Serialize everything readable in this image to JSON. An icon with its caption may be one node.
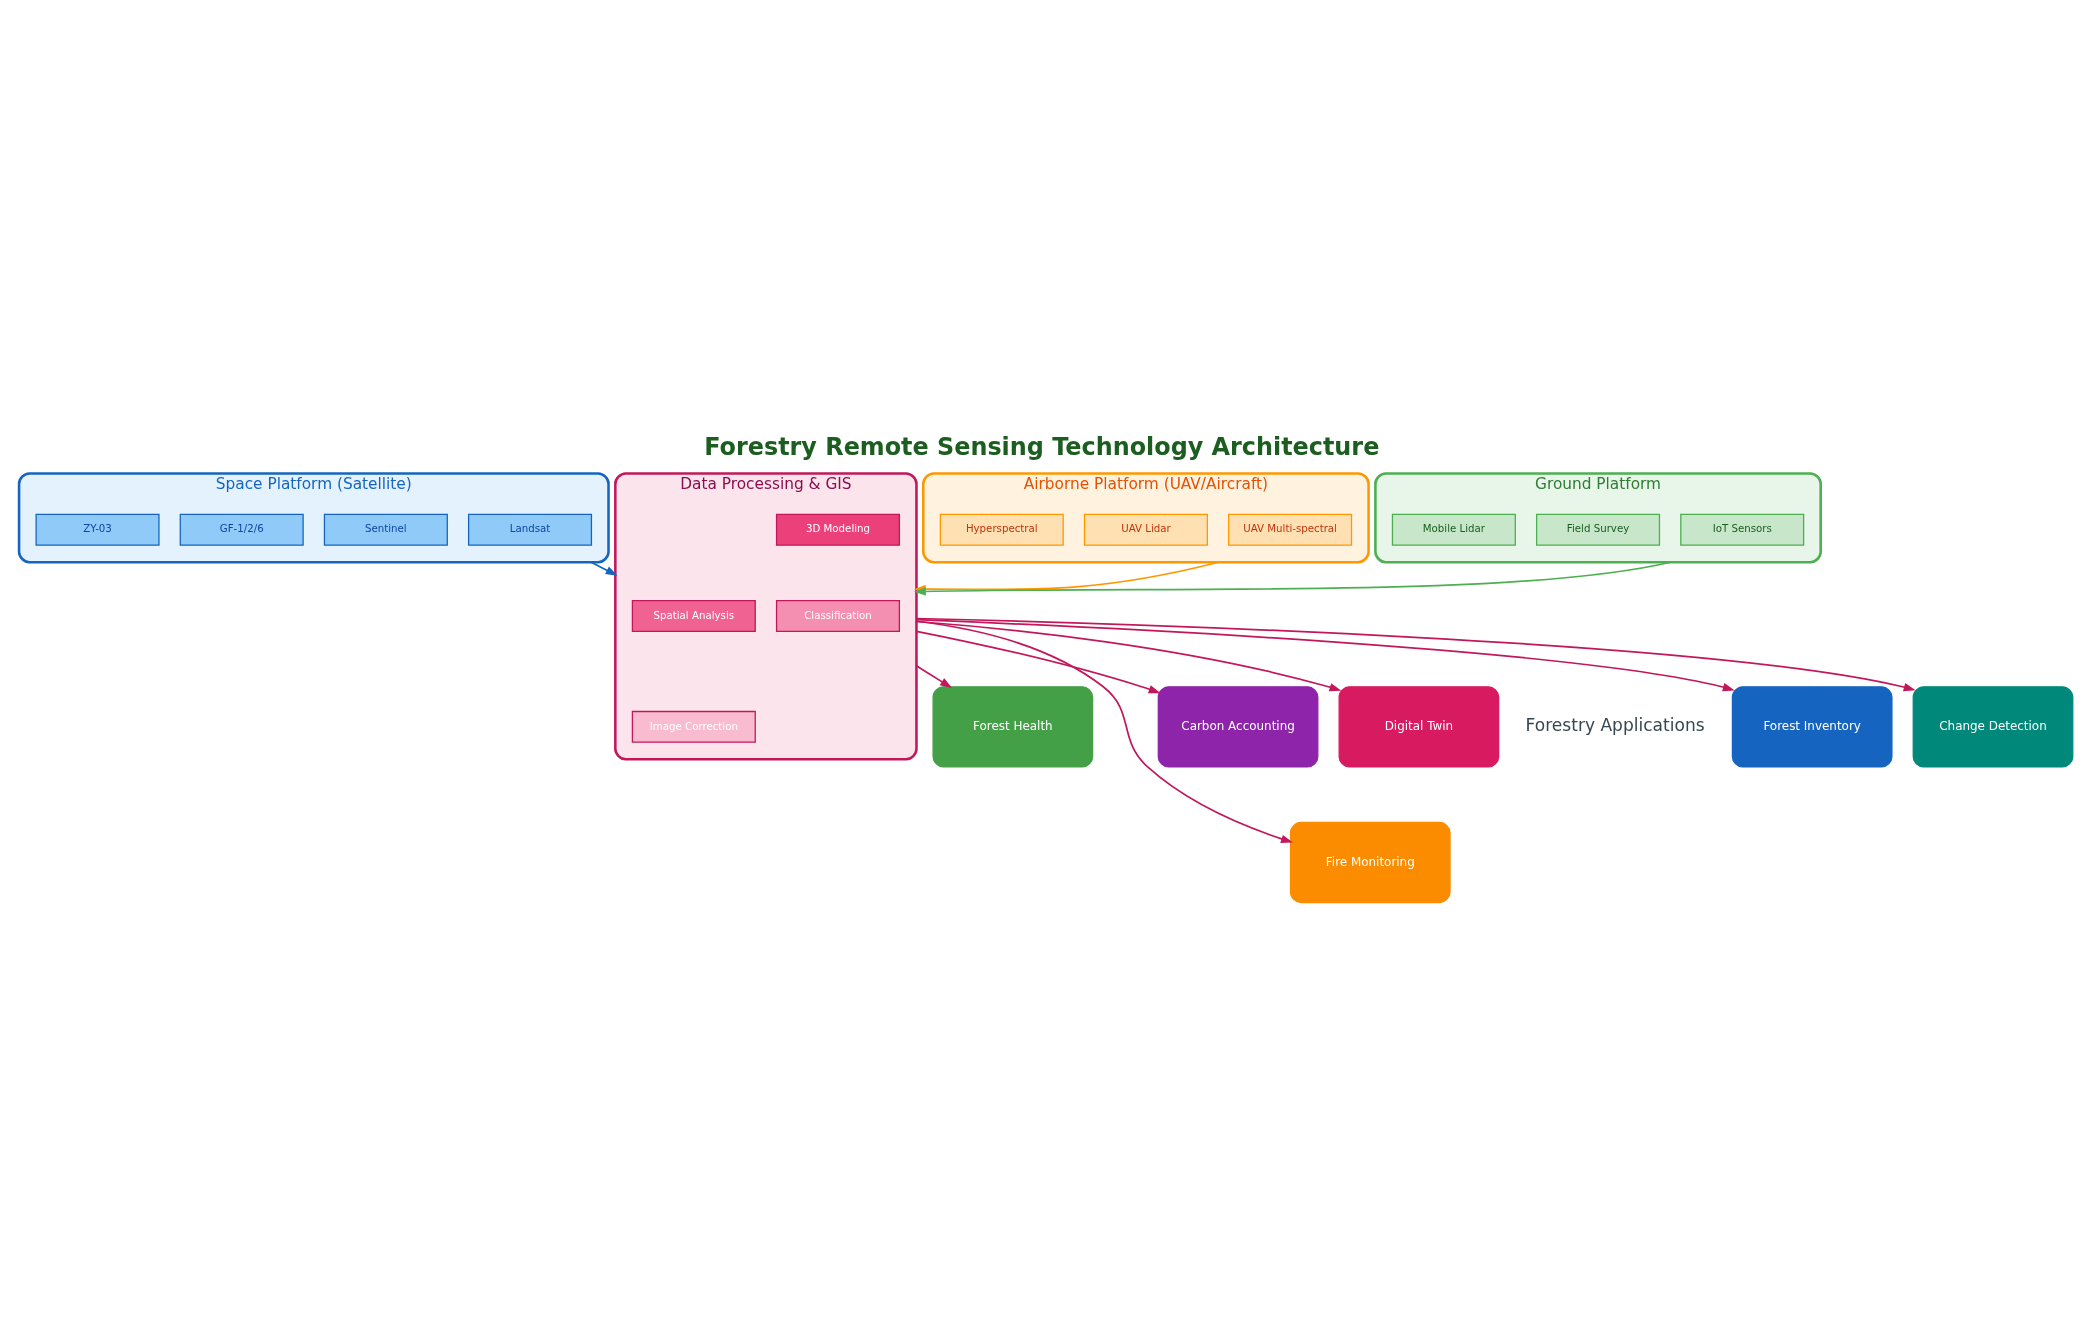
{
  "diagram": {
    "title": "Forestry Remote Sensing Technology Architecture",
    "nodes": [
      {
        "text": [
          "Space Platform (Satellite)"
        ]
      },
      {
        "text": [
          "Landsat"
        ],
        "in": 0
      },
      {
        "text": [
          "Sentinel"
        ],
        "in": 0
      },
      {
        "text": [
          "GF-1/2/6"
        ],
        "in": 0
      },
      {
        "text": [
          "ZY-03"
        ],
        "in": 0
      },
      {
        "text": [
          "Airborne Platform (UAV/Aircraft)"
        ]
      },
      {
        "text": [
          "UAV Multi-spectral"
        ],
        "in": 5
      },
      {
        "text": [
          "UAV Lidar"
        ],
        "in": 5
      },
      {
        "text": [
          "Hyperspectral"
        ],
        "in": 5
      },
      {
        "text": [
          "Ground Platform"
        ]
      },
      {
        "text": [
          "IoT Sensors"
        ],
        "in": 9
      },
      {
        "text": [
          "Field Survey"
        ],
        "in": 9
      },
      {
        "text": [
          "Mobile Lidar"
        ],
        "in": 9
      },
      {
        "text": [
          "Data Processing & GIS"
        ]
      },
      {
        "text": [
          "Spatial Analysis"
        ],
        "in": 13
      },
      {
        "text": [
          "3D Modeling"
        ],
        "in": 13
      },
      {
        "text": [
          "Image Correction"
        ],
        "in": 13
      },
      {
        "text": [
          "Classification"
        ],
        "in": 13
      },
      {
        "text": [
          "Forest Inventory"
        ]
      },
      {
        "text": [
          "Change Detection"
        ]
      },
      {
        "text": [
          "Forest Health"
        ]
      },
      {
        "text": [
          "Fire Monitoring"
        ]
      },
      {
        "text": [
          "Carbon Accounting"
        ]
      },
      {
        "text": [
          "Digital Twin"
        ]
      }
    ],
    "edges": [
      {
        "from": 0,
        "to": 13,
        "arrow": "to",
        "color": "#1565c0"
      },
      {
        "from": 5,
        "to": 13,
        "arrow": "to",
        "color": "#ff9800"
      },
      {
        "from": 9,
        "to": 13,
        "arrow": "to",
        "color": "#4caf50"
      },
      {
        "from": 13,
        "to": 18,
        "arrow": "to"
      },
      {
        "from": 13,
        "to": 19,
        "arrow": "to"
      },
      {
        "from": 13,
        "to": 20,
        "arrow": "to"
      },
      {
        "from": 13,
        "to": 21,
        "arrow": "to"
      },
      {
        "from": 13,
        "to": 22,
        "arrow": "to"
      },
      {
        "from": 13,
        "to": 23,
        "arrow": "to"
      }
    ],
    "labels": [
      "Forestry Applications"
    ]
  }
}
